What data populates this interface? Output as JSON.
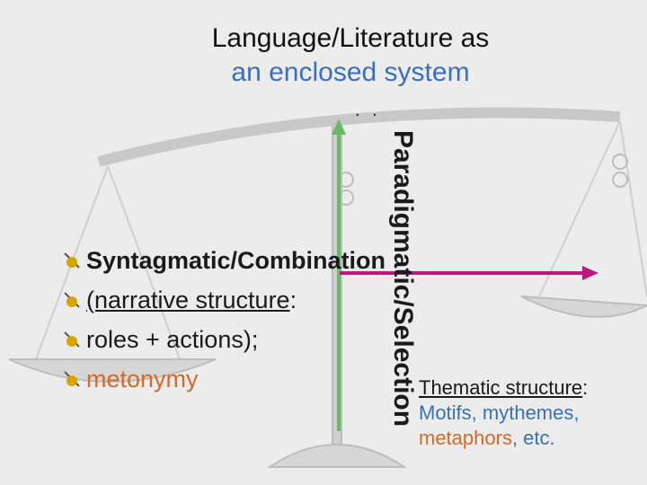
{
  "title": {
    "line1": "Language/Literature as",
    "line2": "an enclosed system"
  },
  "dots": ". .",
  "bullets": [
    {
      "text": "Syntagmatic/Combination"
    },
    {
      "text_before": "",
      "underlined": "(narrative structure",
      "after": ":"
    },
    {
      "text": "roles + actions);"
    },
    {
      "text": "metonymy"
    }
  ],
  "vertical_label": "Paradigmatic/Selection",
  "thematic": {
    "line1_underlined": "Thematic structure",
    "line1_after": ":",
    "line2": "Motifs, mythemes,",
    "line3_orange": "metaphors",
    "line3_after": ", etc."
  },
  "colors": {
    "green_arrow": "#66bb66",
    "magenta_arrow": "#c0187a",
    "title_blue": "#3b6fb6",
    "orange": "#d46a2a"
  }
}
